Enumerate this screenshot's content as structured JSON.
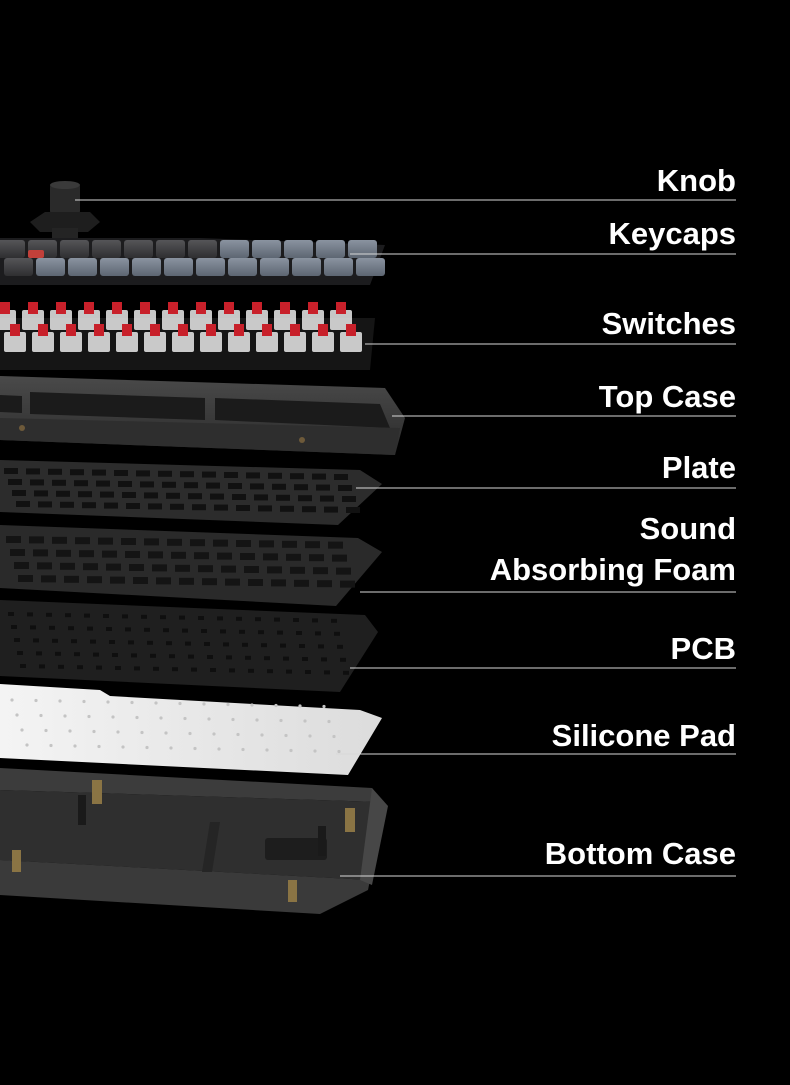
{
  "background": "#000000",
  "label_color": "#ffffff",
  "leader_color": "#d8d8d8",
  "layers": [
    {
      "id": "knob",
      "lines": [
        "Knob"
      ]
    },
    {
      "id": "keycaps",
      "lines": [
        "Keycaps"
      ]
    },
    {
      "id": "switches",
      "lines": [
        "Switches"
      ]
    },
    {
      "id": "top-case",
      "lines": [
        "Top Case"
      ]
    },
    {
      "id": "plate",
      "lines": [
        "Plate"
      ]
    },
    {
      "id": "foam",
      "lines": [
        "Sound",
        "Absorbing Foam"
      ]
    },
    {
      "id": "pcb",
      "lines": [
        "PCB"
      ]
    },
    {
      "id": "silicone-pad",
      "lines": [
        "Silicone Pad"
      ]
    },
    {
      "id": "bottom-case",
      "lines": [
        "Bottom Case"
      ]
    }
  ],
  "parts": {
    "knob_color": "#2a2a2a",
    "keycap_dark": "#3b3b3d",
    "keycap_light": "#6e7784",
    "keycap_accent": "#c2403a",
    "switch_red": "#c8202a",
    "switch_clear": "#e9e9e9",
    "case_color": "#3a3a3a",
    "plate_color": "#2c2c2c",
    "foam_color": "#2a2a2a",
    "pcb_color": "#1f1f1f",
    "pad_color": "#f0f0f0",
    "bottom_color": "#353535"
  }
}
